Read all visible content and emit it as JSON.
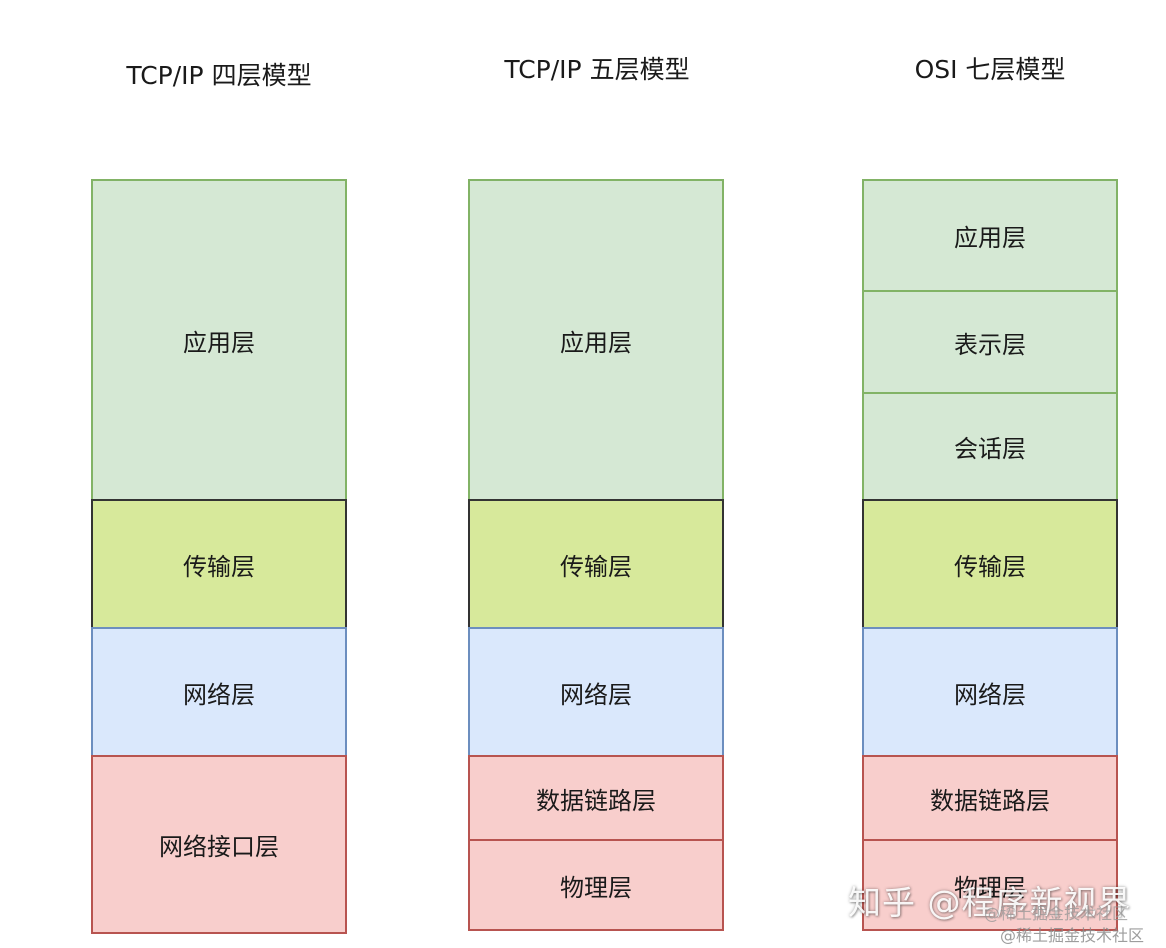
{
  "models": [
    {
      "title": "TCP/IP 四层模型",
      "layers": [
        "应用层",
        "传输层",
        "网络层",
        "网络接口层"
      ]
    },
    {
      "title": "TCP/IP 五层模型",
      "layers": [
        "应用层",
        "传输层",
        "网络层",
        "数据链路层",
        "物理层"
      ]
    },
    {
      "title": "OSI 七层模型",
      "layers": [
        "应用层",
        "表示层",
        "会话层",
        "传输层",
        "网络层",
        "数据链路层",
        "物理层"
      ]
    }
  ],
  "colors": {
    "application_fill": "#d5e8d4",
    "application_border": "#82b366",
    "transport_fill": "#d7e99b",
    "transport_border": "#333333",
    "network_fill": "#dae8fc",
    "network_border": "#6c8ebf",
    "link_fill": "#f8cecc",
    "link_border": "#b85450"
  },
  "watermarks": {
    "zhihu": "知乎 @程序新视界",
    "juejin_1": "@稀土掘金技术社区",
    "juejin_2": "@稀土掘金技术社区"
  }
}
